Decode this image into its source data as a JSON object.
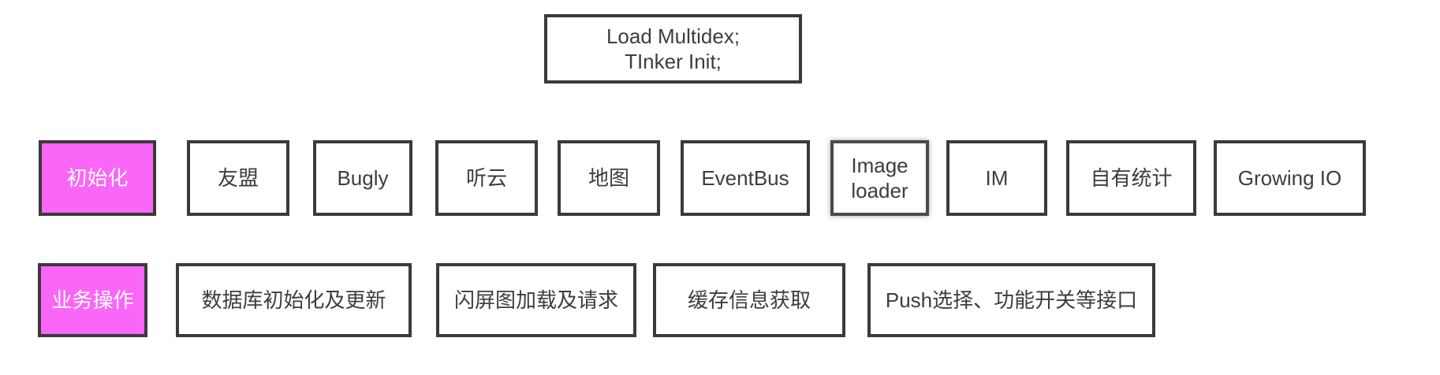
{
  "colors": {
    "accent": "#fa66f8",
    "accent_text": "#ffffff",
    "border": "#3a3a3a",
    "text": "#3d3d3d",
    "background": "#ffffff"
  },
  "top_box": {
    "line1": "Load Multidex;",
    "line2": "TInker Init;"
  },
  "row_init": {
    "label": "初始化",
    "items": [
      "友盟",
      "Bugly",
      "听云",
      "地图",
      "EventBus",
      "Image loader",
      "IM",
      "自有统计",
      "Growing IO"
    ]
  },
  "row_business": {
    "label": "业务操作",
    "items": [
      "数据库初始化及更新",
      "闪屏图加载及请求",
      "缓存信息获取",
      "Push选择、功能开关等接口"
    ]
  }
}
